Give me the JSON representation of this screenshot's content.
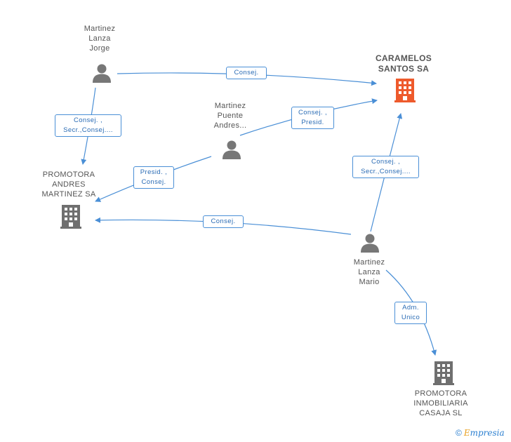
{
  "nodes": {
    "jorge": {
      "label": "Martinez\nLanza\nJorge",
      "type": "person"
    },
    "andres": {
      "label": "Martinez\nPuente\nAndres...",
      "type": "person"
    },
    "mario": {
      "label": "Martinez\nLanza\nMario",
      "type": "person"
    },
    "caramelos": {
      "label": "CARAMELOS\nSANTOS SA",
      "type": "company",
      "highlight": true
    },
    "promotora_andres": {
      "label": "PROMOTORA\nANDRES\nMARTINEZ SA",
      "type": "company"
    },
    "promotora_casaja": {
      "label": "PROMOTORA\nINMOBILIARIA\nCASAJA SL",
      "type": "company"
    }
  },
  "edges": [
    {
      "from": "jorge",
      "to": "caramelos",
      "label": "Consej."
    },
    {
      "from": "jorge",
      "to": "promotora_andres",
      "label": "Consej. ,\nSecr.,Consej...."
    },
    {
      "from": "andres",
      "to": "caramelos",
      "label": "Consej. ,\nPresid."
    },
    {
      "from": "andres",
      "to": "promotora_andres",
      "label": "Presid. ,\nConsej."
    },
    {
      "from": "mario",
      "to": "caramelos",
      "label": "Consej. ,\nSecr.,Consej...."
    },
    {
      "from": "mario",
      "to": "promotora_andres",
      "label": "Consej."
    },
    {
      "from": "mario",
      "to": "promotora_casaja",
      "label": "Adm.\nUnico"
    }
  ],
  "colors": {
    "edge": "#4a8fd6",
    "person_icon": "#777777",
    "company_icon": "#6f6f6f",
    "company_highlight": "#ee5a2c"
  },
  "footer": {
    "copyright": "©",
    "brand_first": "E",
    "brand_rest": "mpresia"
  }
}
